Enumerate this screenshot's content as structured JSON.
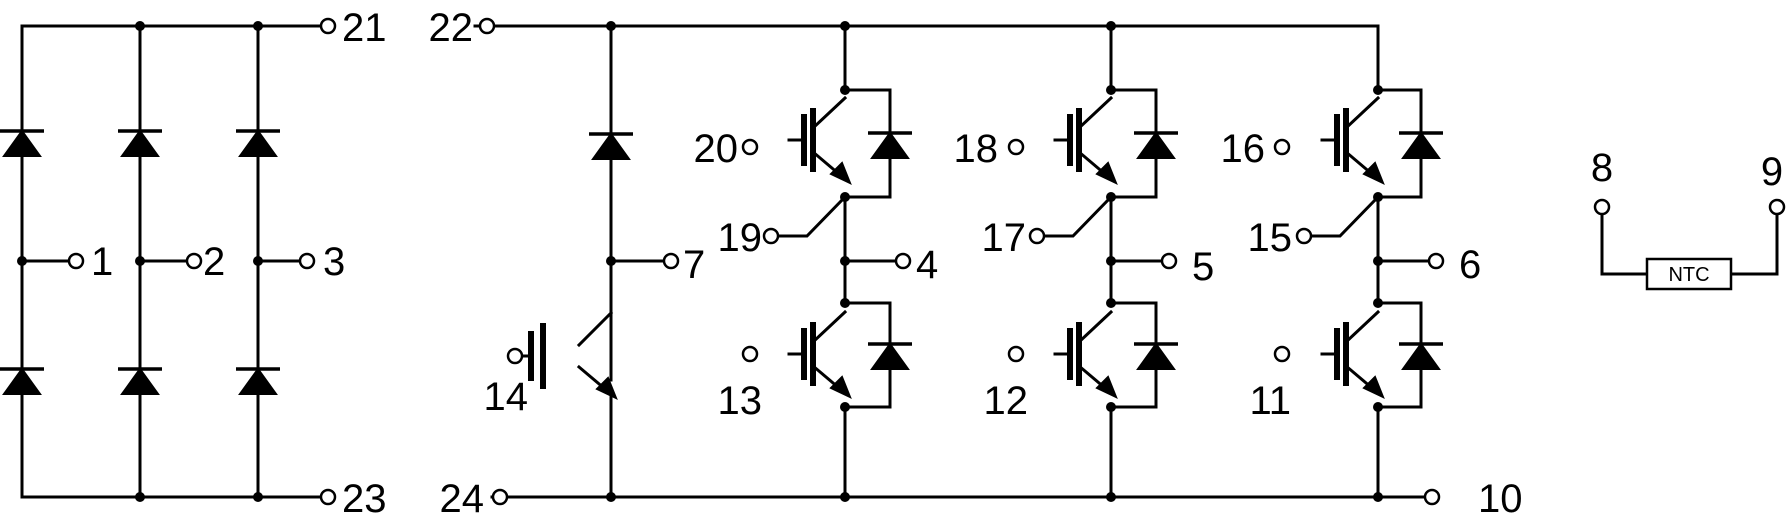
{
  "terminals": {
    "t1": "1",
    "t2": "2",
    "t3": "3",
    "t4": "4",
    "t5": "5",
    "t6": "6",
    "t7": "7",
    "t8": "8",
    "t9": "9",
    "t10": "10",
    "t11": "11",
    "t12": "12",
    "t13": "13",
    "t14": "14",
    "t15": "15",
    "t16": "16",
    "t17": "17",
    "t18": "18",
    "t19": "19",
    "t20": "20",
    "t21": "21",
    "t22": "22",
    "t23": "23",
    "t24": "24"
  },
  "ntc": {
    "label": "NTC"
  }
}
